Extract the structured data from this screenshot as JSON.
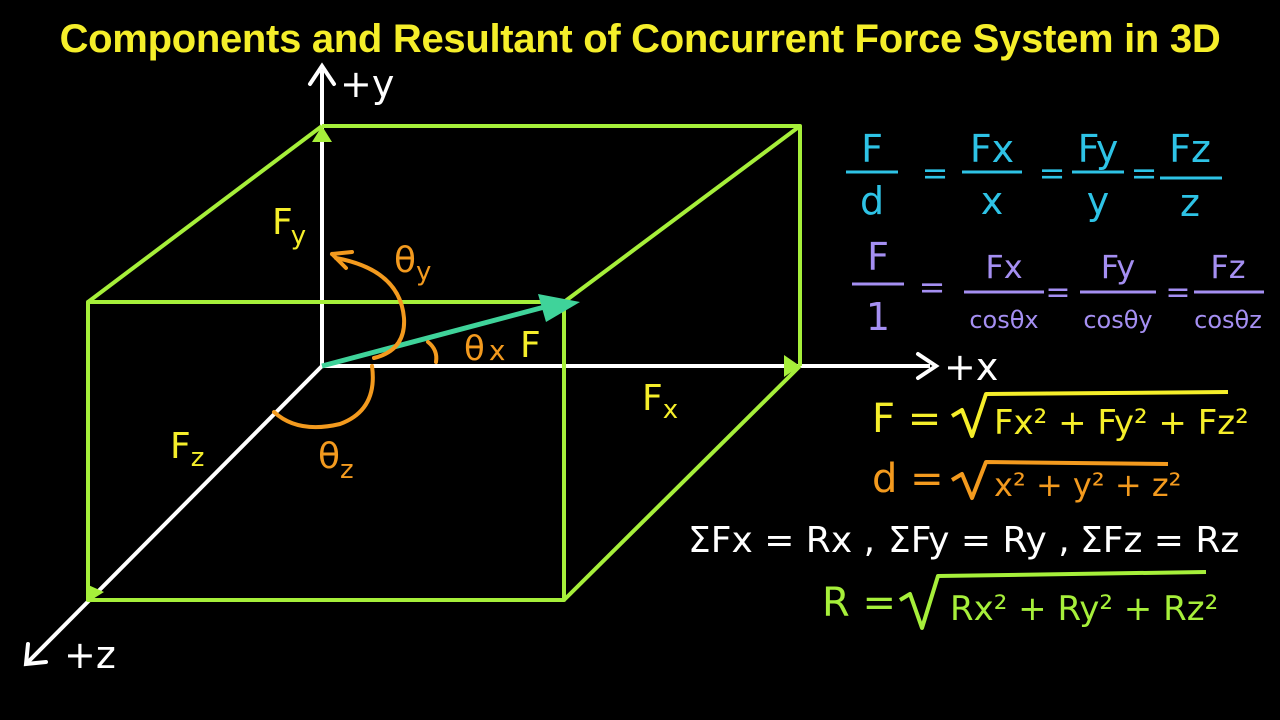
{
  "title": "Components and Resultant of Concurrent Force System in 3D",
  "colors": {
    "background": "#000000",
    "title": "#f5ee2a",
    "box": "#a6ef3a",
    "vector": "#3fd39a",
    "axis": "#ffffff",
    "angle": "#f39a1e",
    "cyan": "#2ec3e6",
    "purple": "#a58ff2",
    "yellow": "#f5ee2a",
    "orange": "#f39a1e",
    "white": "#ffffff",
    "green": "#a6ef3a"
  },
  "axes": {
    "y": "+y",
    "x": "+x",
    "z": "+z"
  },
  "labels": {
    "fy": "F",
    "fy_sub": "y",
    "fx": "F",
    "fx_sub": "x",
    "fz": "F",
    "fz_sub": "z",
    "theta_y": "θ",
    "theta_y_sub": "y",
    "theta_x": "θ",
    "theta_x_sub": "x",
    "theta_z": "θ",
    "theta_z_sub": "z",
    "force": "F"
  },
  "eq1": {
    "f": "F",
    "d": "d",
    "fx": "Fx",
    "x": "x",
    "fy": "Fy",
    "y": "y",
    "fz": "Fz",
    "z": "z",
    "equals": "="
  },
  "eq2": {
    "f": "F",
    "one": "1",
    "fx": "Fx",
    "cosx": "cosθx",
    "fy": "Fy",
    "cosy": "cosθy",
    "fz": "Fz",
    "cosz": "cosθz",
    "equals": "="
  },
  "eq3": {
    "lhs": "F =",
    "radicand": "Fx² + Fy² + Fz²"
  },
  "eq4": {
    "lhs": "d =",
    "radicand": "x² + y² + z²"
  },
  "eq5": {
    "part1": "ΣFx = Rx ,",
    "part2": "ΣFy = Ry ,",
    "part3": "ΣFz = Rz"
  },
  "eq6": {
    "lhs": "R =",
    "radicand": "Rx² + Ry² + Rz²"
  }
}
